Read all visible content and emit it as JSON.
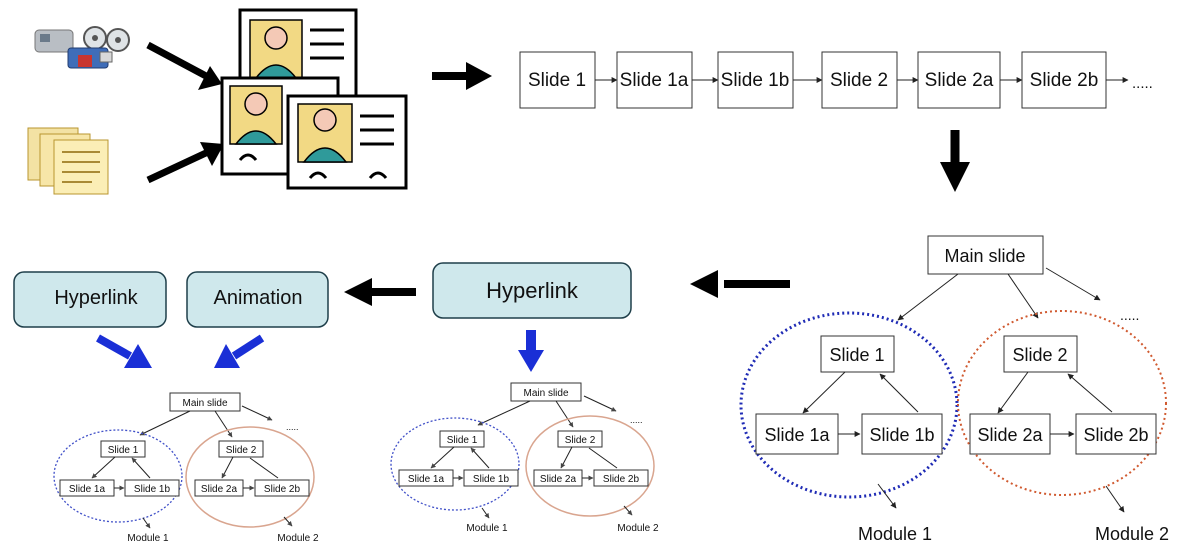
{
  "sequence": {
    "slides": [
      "Slide 1",
      "Slide 1a",
      "Slide 1b",
      "Slide 2",
      "Slide 2a",
      "Slide 2b"
    ],
    "ellipsis": "....."
  },
  "buttons": {
    "hyperlink_left": "Hyperlink",
    "animation": "Animation",
    "hyperlink_middle": "Hyperlink"
  },
  "tree": {
    "main": "Main slide",
    "slide1": "Slide 1",
    "slide1a": "Slide 1a",
    "slide1b": "Slide 1b",
    "slide2": "Slide 2",
    "slide2a": "Slide 2a",
    "slide2b": "Slide 2b",
    "module1": "Module 1",
    "module2": "Module 2",
    "ellipsis": "....."
  },
  "colors": {
    "arrow_blue": "#1a2fd6",
    "module1_circle": "#1f2bb5",
    "module2_circle": "#d05a30",
    "module2_circle_small": "#d9a58f",
    "button_fill": "#cfe8ec"
  },
  "icons": [
    "film-projector-icon",
    "documents-icon",
    "id-card-icon"
  ]
}
